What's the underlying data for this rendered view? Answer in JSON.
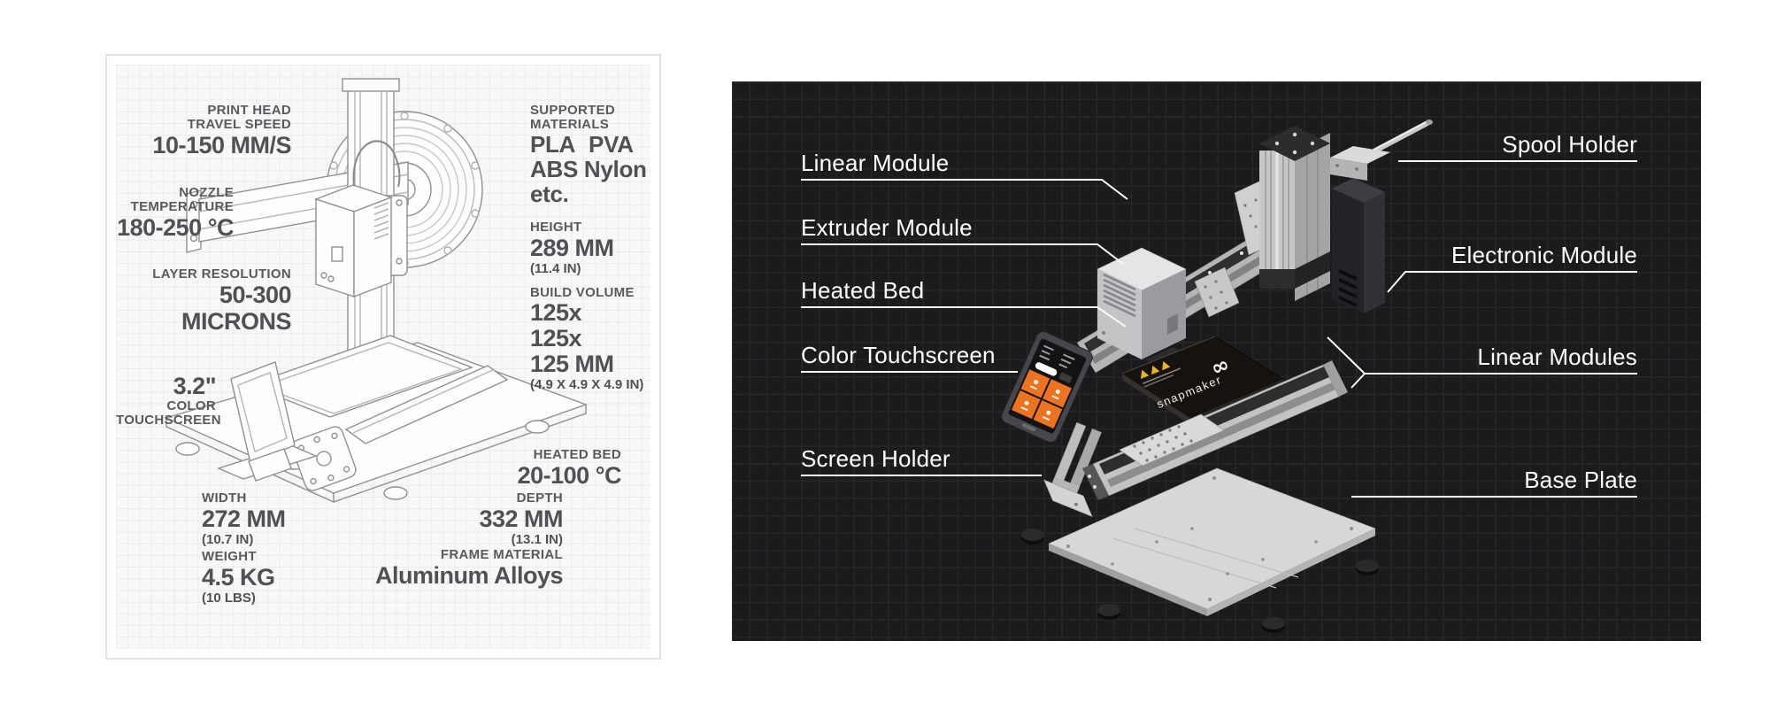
{
  "left_panel": {
    "specs": {
      "travel_speed": {
        "label1": "PRINT HEAD",
        "label2": "TRAVEL SPEED",
        "value": "10-150 MM/S"
      },
      "nozzle_temperature": {
        "label1": "NOZZLE",
        "label2": "TEMPERATURE",
        "value": "180-250 °C"
      },
      "layer_resolution": {
        "label": "LAYER RESOLUTION",
        "value1": "50-300",
        "value2": "MICRONS"
      },
      "touchscreen": {
        "value": "3.2\"",
        "label1": "COLOR",
        "label2": "TOUCHSCREEN"
      },
      "supported_materials": {
        "label1": "SUPPORTED",
        "label2": "MATERIALS",
        "value1": "PLA PVA",
        "value2": "ABS Nylon",
        "value3": "etc."
      },
      "height": {
        "label": "HEIGHT",
        "value": "289 MM",
        "sub": "(11.4 IN)"
      },
      "build_volume": {
        "label": "BUILD VOLUME",
        "value1": "125x",
        "value2": "125x",
        "value3": "125 MM",
        "sub": "(4.9 X 4.9 X 4.9 IN)"
      },
      "heated_bed": {
        "label": "HEATED BED",
        "value": "20-100 °C"
      },
      "width": {
        "label": "WIDTH",
        "value": "272 MM",
        "sub": "(10.7 IN)"
      },
      "weight": {
        "label": "WEIGHT",
        "value": "4.5 KG",
        "sub": "(10 LBS)"
      },
      "depth": {
        "label": "DEPTH",
        "value": "332 MM",
        "sub": "(13.1 IN)"
      },
      "frame_material": {
        "label": "FRAME MATERIAL",
        "value": "Aluminum Alloys"
      }
    }
  },
  "right_panel": {
    "labels": {
      "linear_module": "Linear Module",
      "extruder_module": "Extruder Module",
      "heated_bed": "Heated Bed",
      "color_touchscreen": "Color Touchscreen",
      "screen_holder": "Screen Holder",
      "spool_holder": "Spool Holder",
      "electronic_module": "Electronic Module",
      "linear_modules": "Linear Modules",
      "base_plate": "Base Plate"
    },
    "bed_logo": {
      "text": "snapmaker",
      "icon": "∞"
    }
  },
  "colors": {
    "accent_orange": "#ed7320",
    "panel_dark": "#1b1b1d",
    "spec_text": "#55565a",
    "label_white": "#ffffff"
  }
}
